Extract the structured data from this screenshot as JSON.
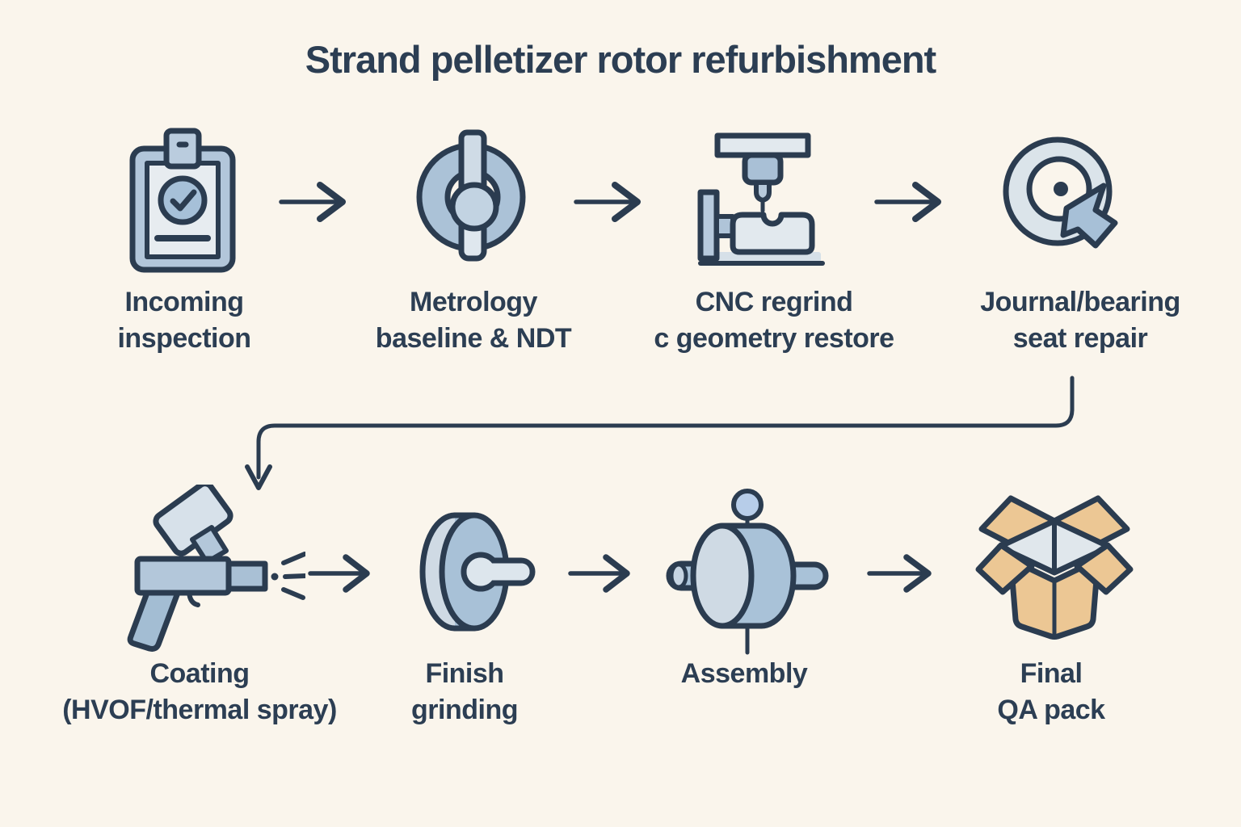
{
  "title": "Strand pelletizer rotor refurbishment",
  "steps": [
    {
      "id": "incoming-inspection",
      "icon": "clipboard-check-icon",
      "lines": [
        "Incoming",
        "inspection"
      ]
    },
    {
      "id": "metrology-baseline-ndt",
      "icon": "rotor-dial-indicator-icon",
      "lines": [
        "Metrology",
        "baseline & NDT"
      ]
    },
    {
      "id": "cnc-regrind-geometry-restore",
      "icon": "cnc-mill-icon",
      "lines": [
        "CNC regrind",
        "c geometry restore"
      ]
    },
    {
      "id": "journal-bearing-seat-repair",
      "icon": "bearing-seat-repair-icon",
      "lines": [
        "Journal/bearing",
        "seat repair"
      ]
    },
    {
      "id": "coating-hvof-thermal-spray",
      "icon": "spray-gun-icon",
      "lines": [
        "Coating",
        "(HVOF/thermal spray)"
      ]
    },
    {
      "id": "finish-grinding",
      "icon": "grinding-wheel-icon",
      "lines": [
        "Finish",
        "grinding"
      ]
    },
    {
      "id": "assembly",
      "icon": "rotor-assembly-icon",
      "lines": [
        "Assembly"
      ]
    },
    {
      "id": "final-qa-pack",
      "icon": "shipping-box-icon",
      "lines": [
        "Final",
        "QA pack"
      ]
    }
  ],
  "flow": {
    "row1": [
      "incoming-inspection",
      "metrology-baseline-ndt",
      "cnc-regrind-geometry-restore",
      "journal-bearing-seat-repair"
    ],
    "row2": [
      "coating-hvof-thermal-spray",
      "finish-grinding",
      "assembly",
      "final-qa-pack"
    ],
    "wrap_connector_from": "journal-bearing-seat-repair",
    "wrap_connector_to": "coating-hvof-thermal-spray"
  },
  "colors": {
    "background": "#FAF5EC",
    "ink": "#2C3E53",
    "outline": "#2B3C50",
    "icon_blue": "#AFC5D9",
    "icon_mid_blue": "#A3BDD5",
    "icon_pale_blue": "#E2E9EE",
    "icon_light_face": "#CFDAE4",
    "box_tan": "#ECC794",
    "box_interior": "#E0E7EC"
  }
}
